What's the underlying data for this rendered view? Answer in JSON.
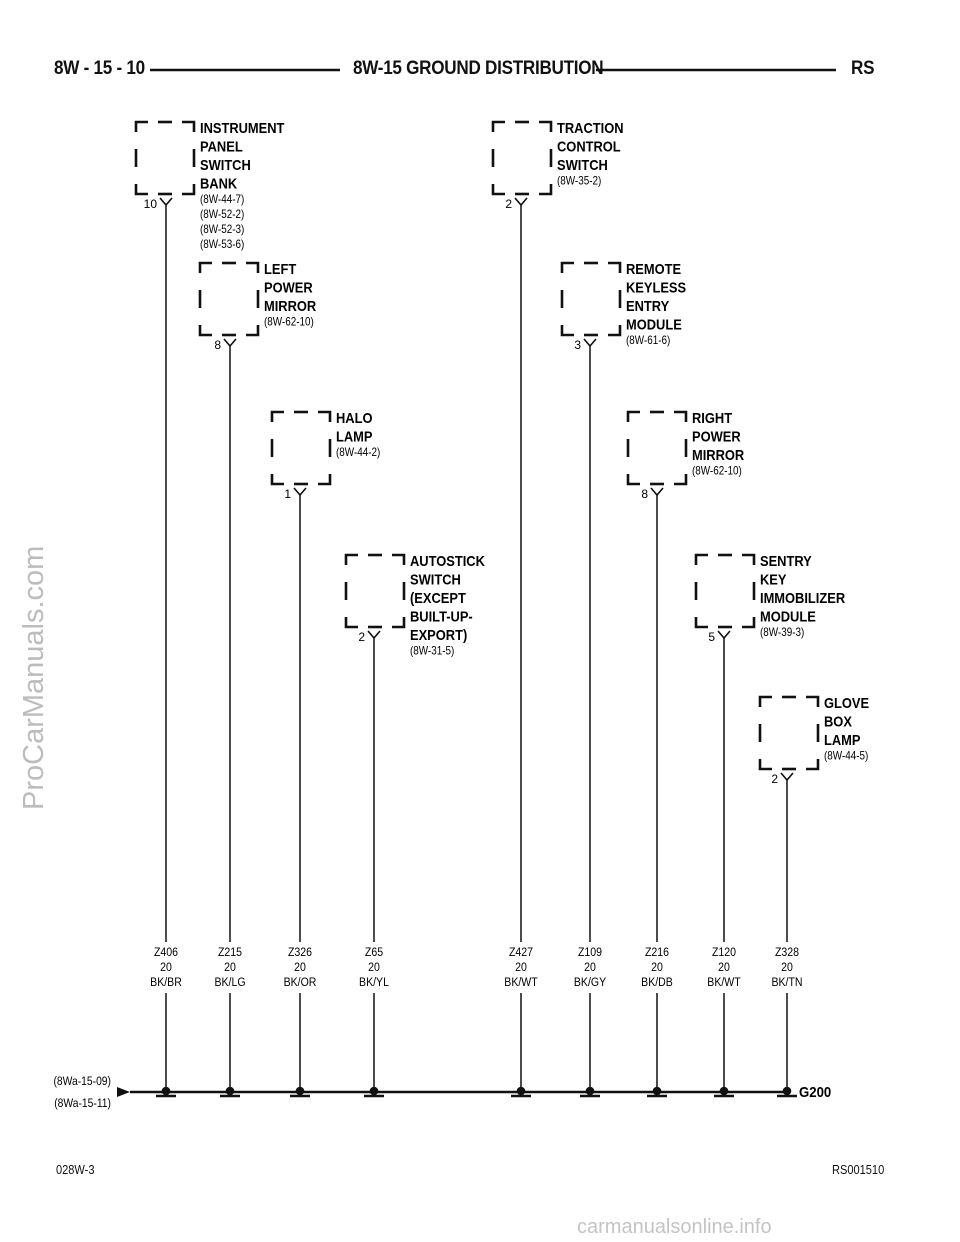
{
  "header": {
    "page_number": "8W - 15 - 10",
    "title": "8W-15 GROUND DISTRIBUTION",
    "model": "RS"
  },
  "components": [
    {
      "id": "instrument-panel-switch-bank",
      "name": [
        "INSTRUMENT",
        "PANEL",
        "SWITCH",
        "BANK"
      ],
      "refs": [
        "(8W-44-7)",
        "(8W-52-2)",
        "(8W-52-3)",
        "(8W-53-6)"
      ],
      "pin": "10",
      "wire": {
        "circuit": "Z406",
        "gauge": "20",
        "color": "BK/BR"
      }
    },
    {
      "id": "left-power-mirror",
      "name": [
        "LEFT",
        "POWER",
        "MIRROR"
      ],
      "refs": [
        "(8W-62-10)"
      ],
      "pin": "8",
      "wire": {
        "circuit": "Z215",
        "gauge": "20",
        "color": "BK/LG"
      }
    },
    {
      "id": "halo-lamp",
      "name": [
        "HALO",
        "LAMP"
      ],
      "refs": [
        "(8W-44-2)"
      ],
      "pin": "1",
      "wire": {
        "circuit": "Z326",
        "gauge": "20",
        "color": "BK/OR"
      }
    },
    {
      "id": "autostick-switch",
      "name": [
        "AUTOSTICK",
        "SWITCH",
        "(EXCEPT",
        "BUILT-UP-",
        "EXPORT)"
      ],
      "refs": [
        "(8W-31-5)"
      ],
      "pin": "2",
      "wire": {
        "circuit": "Z65",
        "gauge": "20",
        "color": "BK/YL"
      }
    },
    {
      "id": "traction-control-switch",
      "name": [
        "TRACTION",
        "CONTROL",
        "SWITCH"
      ],
      "refs": [
        "(8W-35-2)"
      ],
      "pin": "2",
      "wire": {
        "circuit": "Z427",
        "gauge": "20",
        "color": "BK/WT"
      }
    },
    {
      "id": "remote-keyless-entry-module",
      "name": [
        "REMOTE",
        "KEYLESS",
        "ENTRY",
        "MODULE"
      ],
      "refs": [
        "(8W-61-6)"
      ],
      "pin": "3",
      "wire": {
        "circuit": "Z109",
        "gauge": "20",
        "color": "BK/GY"
      }
    },
    {
      "id": "right-power-mirror",
      "name": [
        "RIGHT",
        "POWER",
        "MIRROR"
      ],
      "refs": [
        "(8W-62-10)"
      ],
      "pin": "8",
      "wire": {
        "circuit": "Z216",
        "gauge": "20",
        "color": "BK/DB"
      }
    },
    {
      "id": "sentry-key-immobilizer-module",
      "name": [
        "SENTRY",
        "KEY",
        "IMMOBILIZER",
        "MODULE"
      ],
      "refs": [
        "(8W-39-3)"
      ],
      "pin": "5",
      "wire": {
        "circuit": "Z120",
        "gauge": "20",
        "color": "BK/WT"
      }
    },
    {
      "id": "glove-box-lamp",
      "name": [
        "GLOVE",
        "BOX",
        "LAMP"
      ],
      "refs": [
        "(8W-44-5)"
      ],
      "pin": "2",
      "wire": {
        "circuit": "Z328",
        "gauge": "20",
        "color": "BK/TN"
      }
    }
  ],
  "ground": {
    "name": "G200",
    "refs": [
      "(8Wa-15-09)",
      "(8Wa-15-11)"
    ]
  },
  "footer": {
    "left_code": "028W-3",
    "right_code": "RS001510"
  },
  "watermarks": {
    "side": "ProCarManuals.com",
    "bottom": "carmanualsonline.info"
  }
}
